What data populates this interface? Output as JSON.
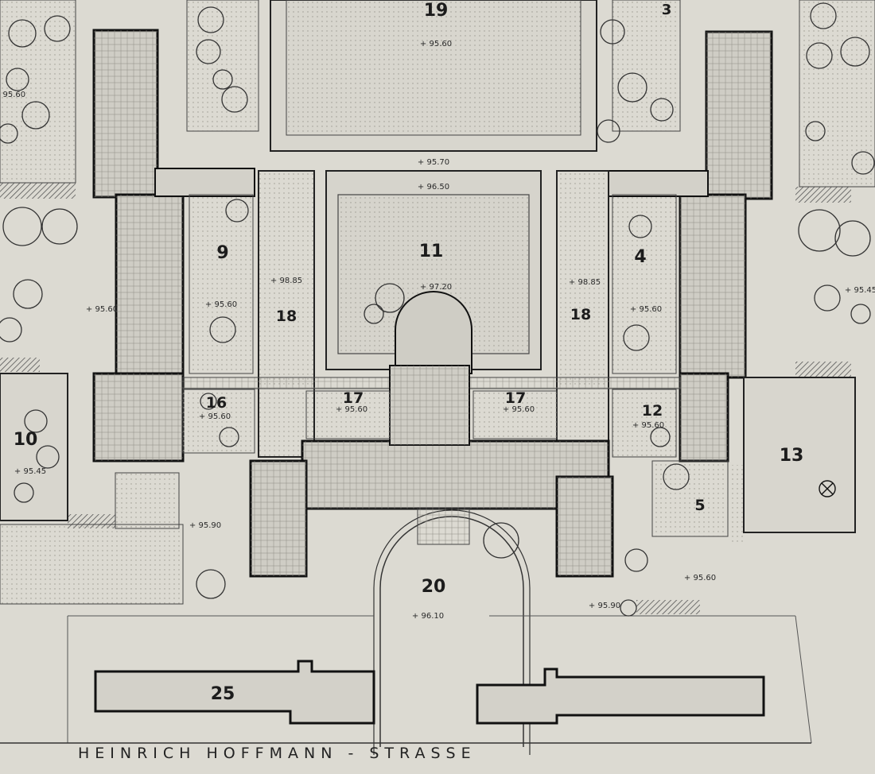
{
  "street_name": "HEINRICH HOFFMANN - STRASSE",
  "colors": {
    "paper": "#dcdad2",
    "ink": "#1c1c1c",
    "hatch": "#c8c6be",
    "building_fill": "#cfcdc5"
  },
  "areas": [
    {
      "id": "19",
      "label": "19",
      "elevation": "+ 95.60"
    },
    {
      "id": "3",
      "label": "3"
    },
    {
      "id": "9",
      "label": "9",
      "elevation": "+ 95.60"
    },
    {
      "id": "11",
      "label": "11",
      "elevation": "+ 97.20"
    },
    {
      "id": "4",
      "label": "4",
      "elevation": "+ 95.60"
    },
    {
      "id": "18-left",
      "label": "18",
      "elevation": "+ 98.85"
    },
    {
      "id": "18-right",
      "label": "18",
      "elevation": "+ 98.85"
    },
    {
      "id": "16",
      "label": "16",
      "elevation": "+ 95.60"
    },
    {
      "id": "17-left",
      "label": "17",
      "elevation": "+ 95.60"
    },
    {
      "id": "17-right",
      "label": "17",
      "elevation": "+ 95.60"
    },
    {
      "id": "12",
      "label": "12",
      "elevation": "+ 95.60"
    },
    {
      "id": "10",
      "label": "10",
      "elevation": "+ 95.45"
    },
    {
      "id": "13",
      "label": "13"
    },
    {
      "id": "5",
      "label": "5",
      "elevation": "+ 95.60"
    },
    {
      "id": "20",
      "label": "20",
      "elevation": "+ 96.10"
    },
    {
      "id": "25",
      "label": "25"
    }
  ],
  "extra_elevations": [
    "+ 95.70",
    "+ 96.50",
    "+ 95.90",
    "+ 95.90",
    "+ 95.60",
    "+ 95.60",
    "+ 95.45"
  ]
}
